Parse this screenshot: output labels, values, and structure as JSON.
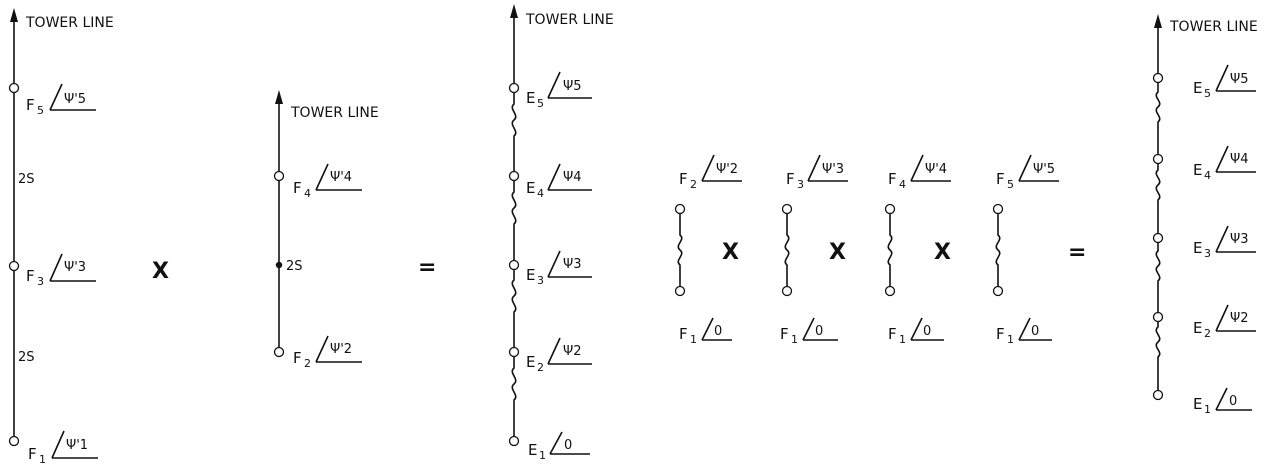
{
  "left": {
    "tower_label": "TOWER LINE",
    "f5": {
      "letter": "F",
      "sub": "5",
      "angle": "Ψ'5"
    },
    "spacing_upper": "2S",
    "f3": {
      "letter": "F",
      "sub": "3",
      "angle": "Ψ'3"
    },
    "spacing_lower": "2S",
    "f1": {
      "letter": "F",
      "sub": "1",
      "angle": "Ψ'1"
    }
  },
  "op_times_1": "X",
  "middle": {
    "tower_label": "TOWER LINE",
    "f4": {
      "letter": "F",
      "sub": "4",
      "angle": "Ψ'4"
    },
    "spacing": "2S",
    "f2": {
      "letter": "F",
      "sub": "2",
      "angle": "Ψ'2"
    }
  },
  "op_equals_1": "=",
  "result_left": {
    "tower_label": "TOWER LINE",
    "e5": {
      "letter": "E",
      "sub": "5",
      "angle": "Ψ5"
    },
    "e4": {
      "letter": "E",
      "sub": "4",
      "angle": "Ψ4"
    },
    "e3": {
      "letter": "E",
      "sub": "3",
      "angle": "Ψ3"
    },
    "e2": {
      "letter": "E",
      "sub": "2",
      "angle": "Ψ2"
    },
    "e1": {
      "letter": "E",
      "sub": "1",
      "angle": "0"
    }
  },
  "pairs": [
    {
      "top": {
        "letter": "F",
        "sub": "2",
        "angle": "Ψ'2"
      },
      "bottom": {
        "letter": "F",
        "sub": "1",
        "angle": "0"
      }
    },
    {
      "top": {
        "letter": "F",
        "sub": "3",
        "angle": "Ψ'3"
      },
      "bottom": {
        "letter": "F",
        "sub": "1",
        "angle": "0"
      }
    },
    {
      "top": {
        "letter": "F",
        "sub": "4",
        "angle": "Ψ'4"
      },
      "bottom": {
        "letter": "F",
        "sub": "1",
        "angle": "0"
      }
    },
    {
      "top": {
        "letter": "F",
        "sub": "5",
        "angle": "Ψ'5"
      },
      "bottom": {
        "letter": "F",
        "sub": "1",
        "angle": "0"
      }
    }
  ],
  "op_times_2": "X",
  "op_times_3": "X",
  "op_times_4": "X",
  "op_equals_2": "=",
  "result_right": {
    "tower_label": "TOWER LINE",
    "e5": {
      "letter": "E",
      "sub": "5",
      "angle": "Ψ5"
    },
    "e4": {
      "letter": "E",
      "sub": "4",
      "angle": "Ψ4"
    },
    "e3": {
      "letter": "E",
      "sub": "3",
      "angle": "Ψ3"
    },
    "e2": {
      "letter": "E",
      "sub": "2",
      "angle": "Ψ2"
    },
    "e1": {
      "letter": "E",
      "sub": "1",
      "angle": "0"
    }
  }
}
